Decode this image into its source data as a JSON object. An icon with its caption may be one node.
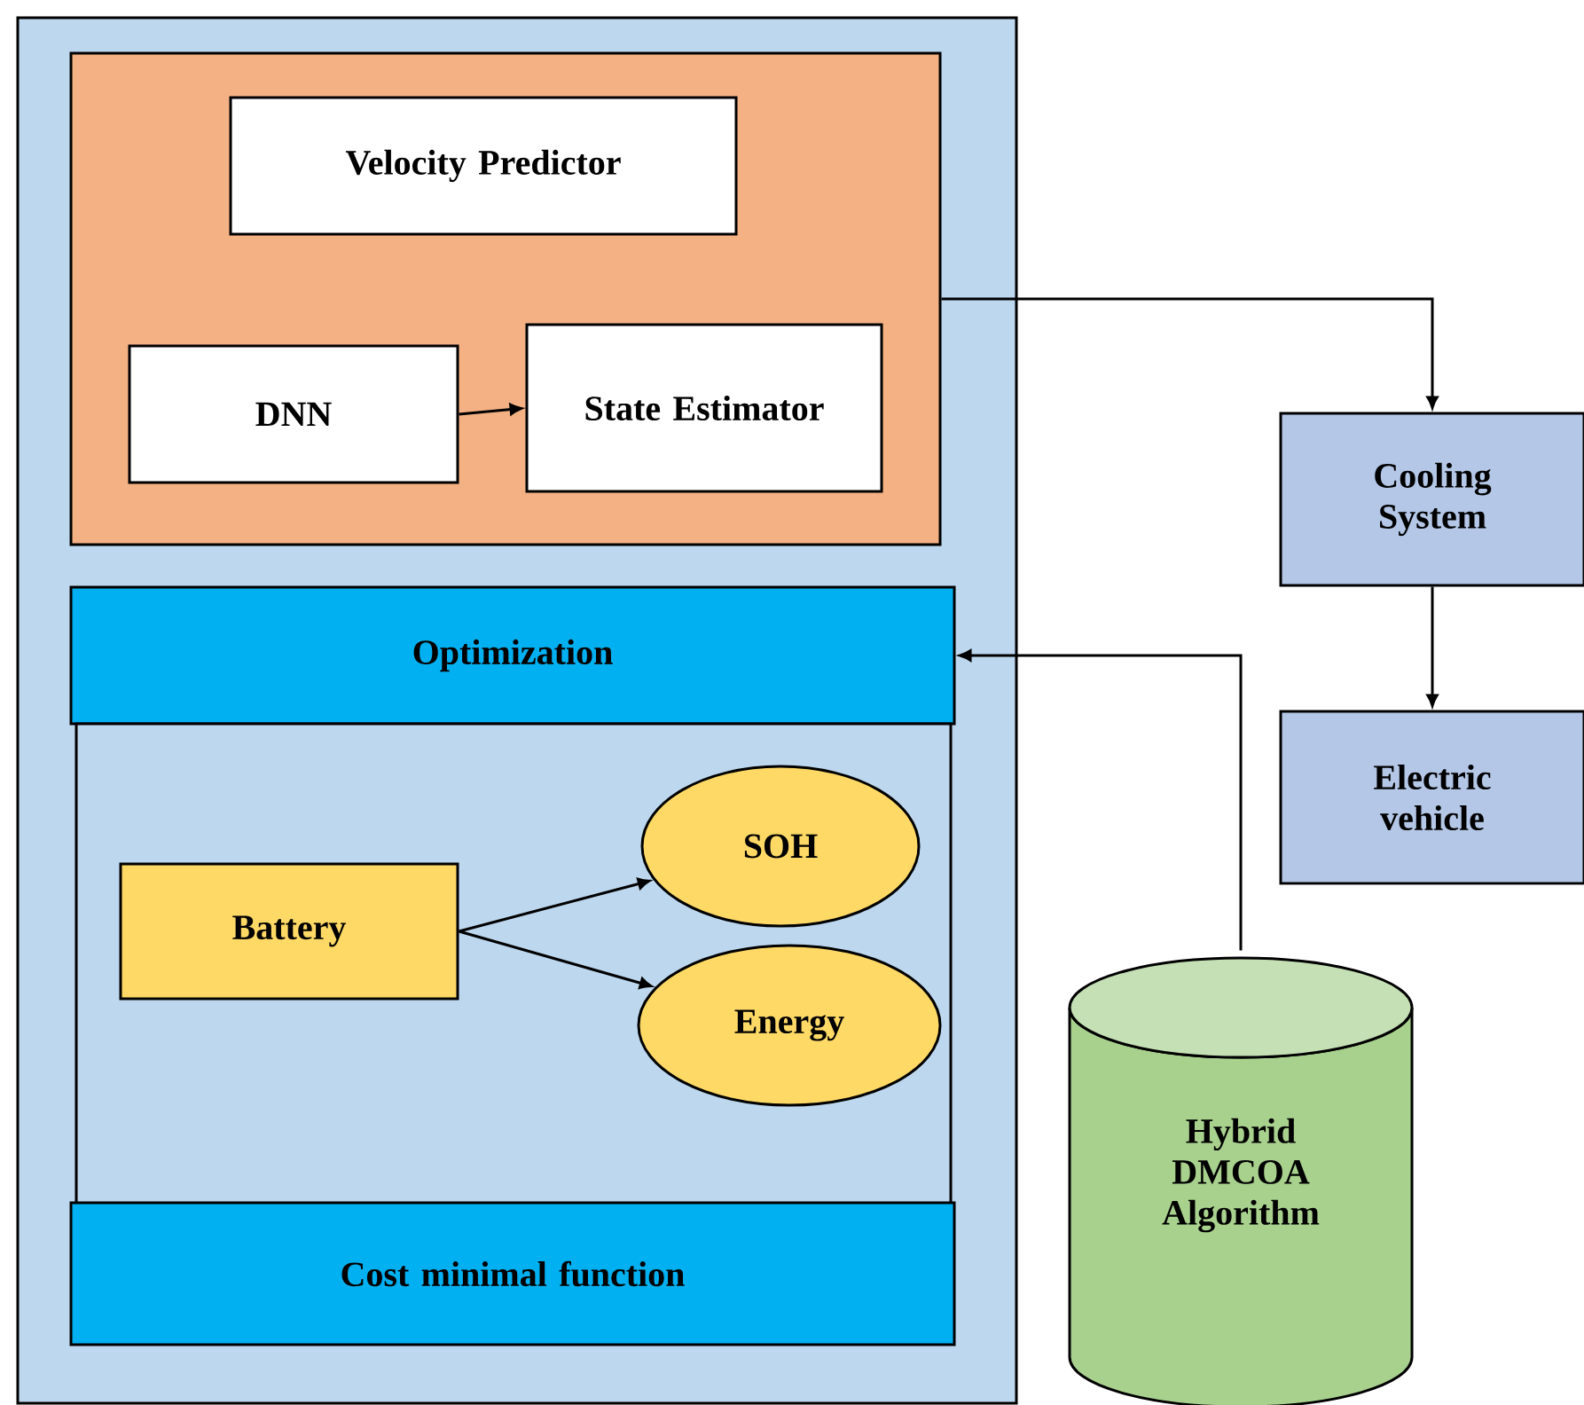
{
  "diagram": {
    "nodes": [
      {
        "text": [],
        "shape": "box"
      },
      {
        "text": [],
        "shape": "box",
        "in": 0
      },
      {
        "text": [
          "Velocity Predictor"
        ],
        "in": 1
      },
      {
        "text": [
          "DNN"
        ],
        "in": 1
      },
      {
        "text": [
          "State Estimator"
        ],
        "in": 1
      },
      {
        "text": [
          "Optimization"
        ],
        "in": 0
      },
      {
        "text": [],
        "shape": "box",
        "in": 0
      },
      {
        "text": [
          "Battery"
        ],
        "in": 6
      },
      {
        "text": [
          "SOH"
        ],
        "in": 6
      },
      {
        "text": [
          "Energy"
        ],
        "in": 6
      },
      {
        "text": [
          "Cost minimal function"
        ],
        "in": 0
      },
      {
        "text": [
          "Cooling System"
        ]
      },
      {
        "text": [
          "Electric vehicle"
        ]
      },
      {
        "text": [
          "Hybrid DMCOA Algorithm"
        ]
      }
    ],
    "edges": [
      {
        "from": 3,
        "to": 4,
        "arrow": "to"
      },
      {
        "from": 1,
        "to": 11,
        "arrow": "to"
      },
      {
        "from": 11,
        "to": 12,
        "arrow": "to"
      },
      {
        "from": 7,
        "to": 8,
        "arrow": "to"
      },
      {
        "from": 7,
        "to": 9,
        "arrow": "to"
      },
      {
        "from": 13,
        "to": 5,
        "arrow": "to"
      }
    ]
  }
}
